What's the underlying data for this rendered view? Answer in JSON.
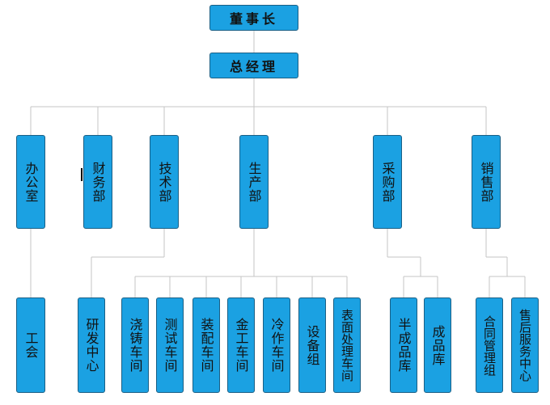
{
  "chairman": "董事长",
  "gm": "总经理",
  "departments": {
    "office": "办公室",
    "finance": "财务部",
    "tech": "技术部",
    "production": "生产部",
    "purchasing": "采购部",
    "sales": "销售部"
  },
  "units": {
    "union": "工会",
    "rd": "研发中心",
    "casting": "浇铸车间",
    "testing": "测试车间",
    "assembly": "装配车间",
    "metalwork": "金工车间",
    "cold": "冷作车间",
    "equipment": "设备组",
    "surface": "表面处理车间",
    "semi": "半成品库",
    "finished": "成品库",
    "contract": "合同管理组",
    "service": "售后服务中心"
  },
  "colors": {
    "box": "#1ba1e2",
    "border": "#1a5f85",
    "line": "#c4c4c4"
  }
}
